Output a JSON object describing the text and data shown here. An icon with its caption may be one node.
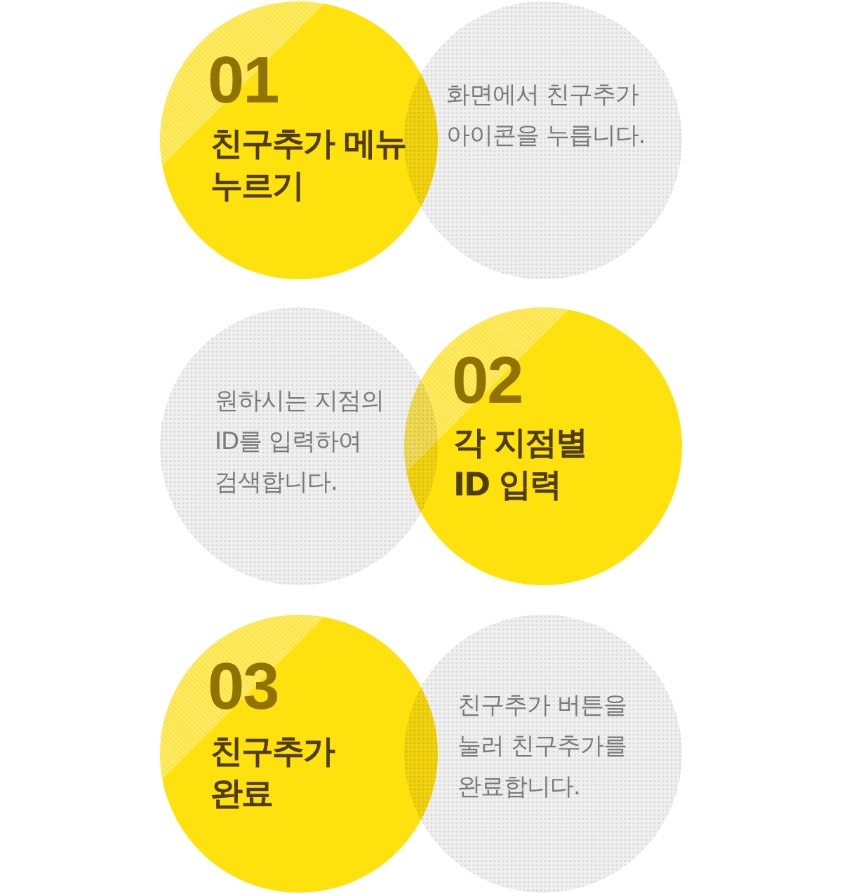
{
  "diagram": {
    "nodes": [
      {
        "text": [
          "01",
          "친구추가 메뉴 누르기"
        ]
      },
      {
        "text": [
          "화면에서 친구추가 아이콘을 누릅니다."
        ]
      },
      {
        "text": [
          "원하시는 지점의 ID를 입력하여 검색합니다."
        ]
      },
      {
        "text": [
          "02",
          "각 지점별 ID 입력"
        ]
      },
      {
        "text": [
          "03",
          "친구추가 완료"
        ]
      },
      {
        "text": [
          "친구추가 버튼을 눌러 친구추가를 완료합니다."
        ]
      }
    ]
  }
}
